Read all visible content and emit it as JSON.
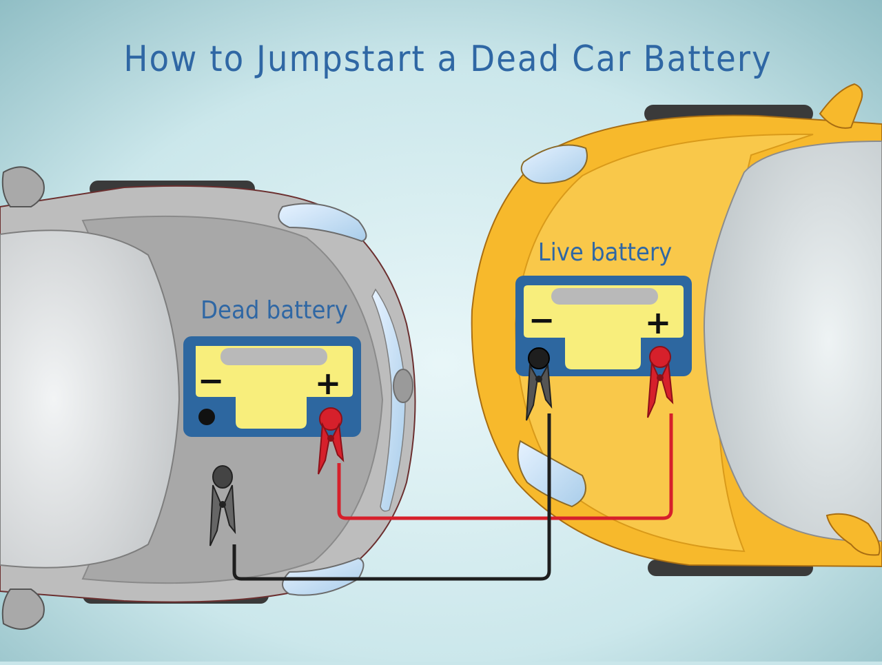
{
  "title": "How to Jumpstart a Dead Car Battery",
  "cars": {
    "dead": {
      "label": "Dead battery",
      "body_color": "#bdbdbd",
      "terminal_negative_symbol": "−",
      "terminal_positive_symbol": "+"
    },
    "live": {
      "label": "Live battery",
      "body_color": "#f7b92c",
      "terminal_negative_symbol": "−",
      "terminal_positive_symbol": "+"
    }
  },
  "battery_colors": {
    "case": "#2d67a0",
    "face": "#f8ee7c",
    "window": "#b9b9b9"
  },
  "cable_colors": {
    "positive": "#d6202b",
    "negative": "#1e1e1e"
  },
  "icons": [
    "red-clamp-icon",
    "black-clamp-icon"
  ]
}
